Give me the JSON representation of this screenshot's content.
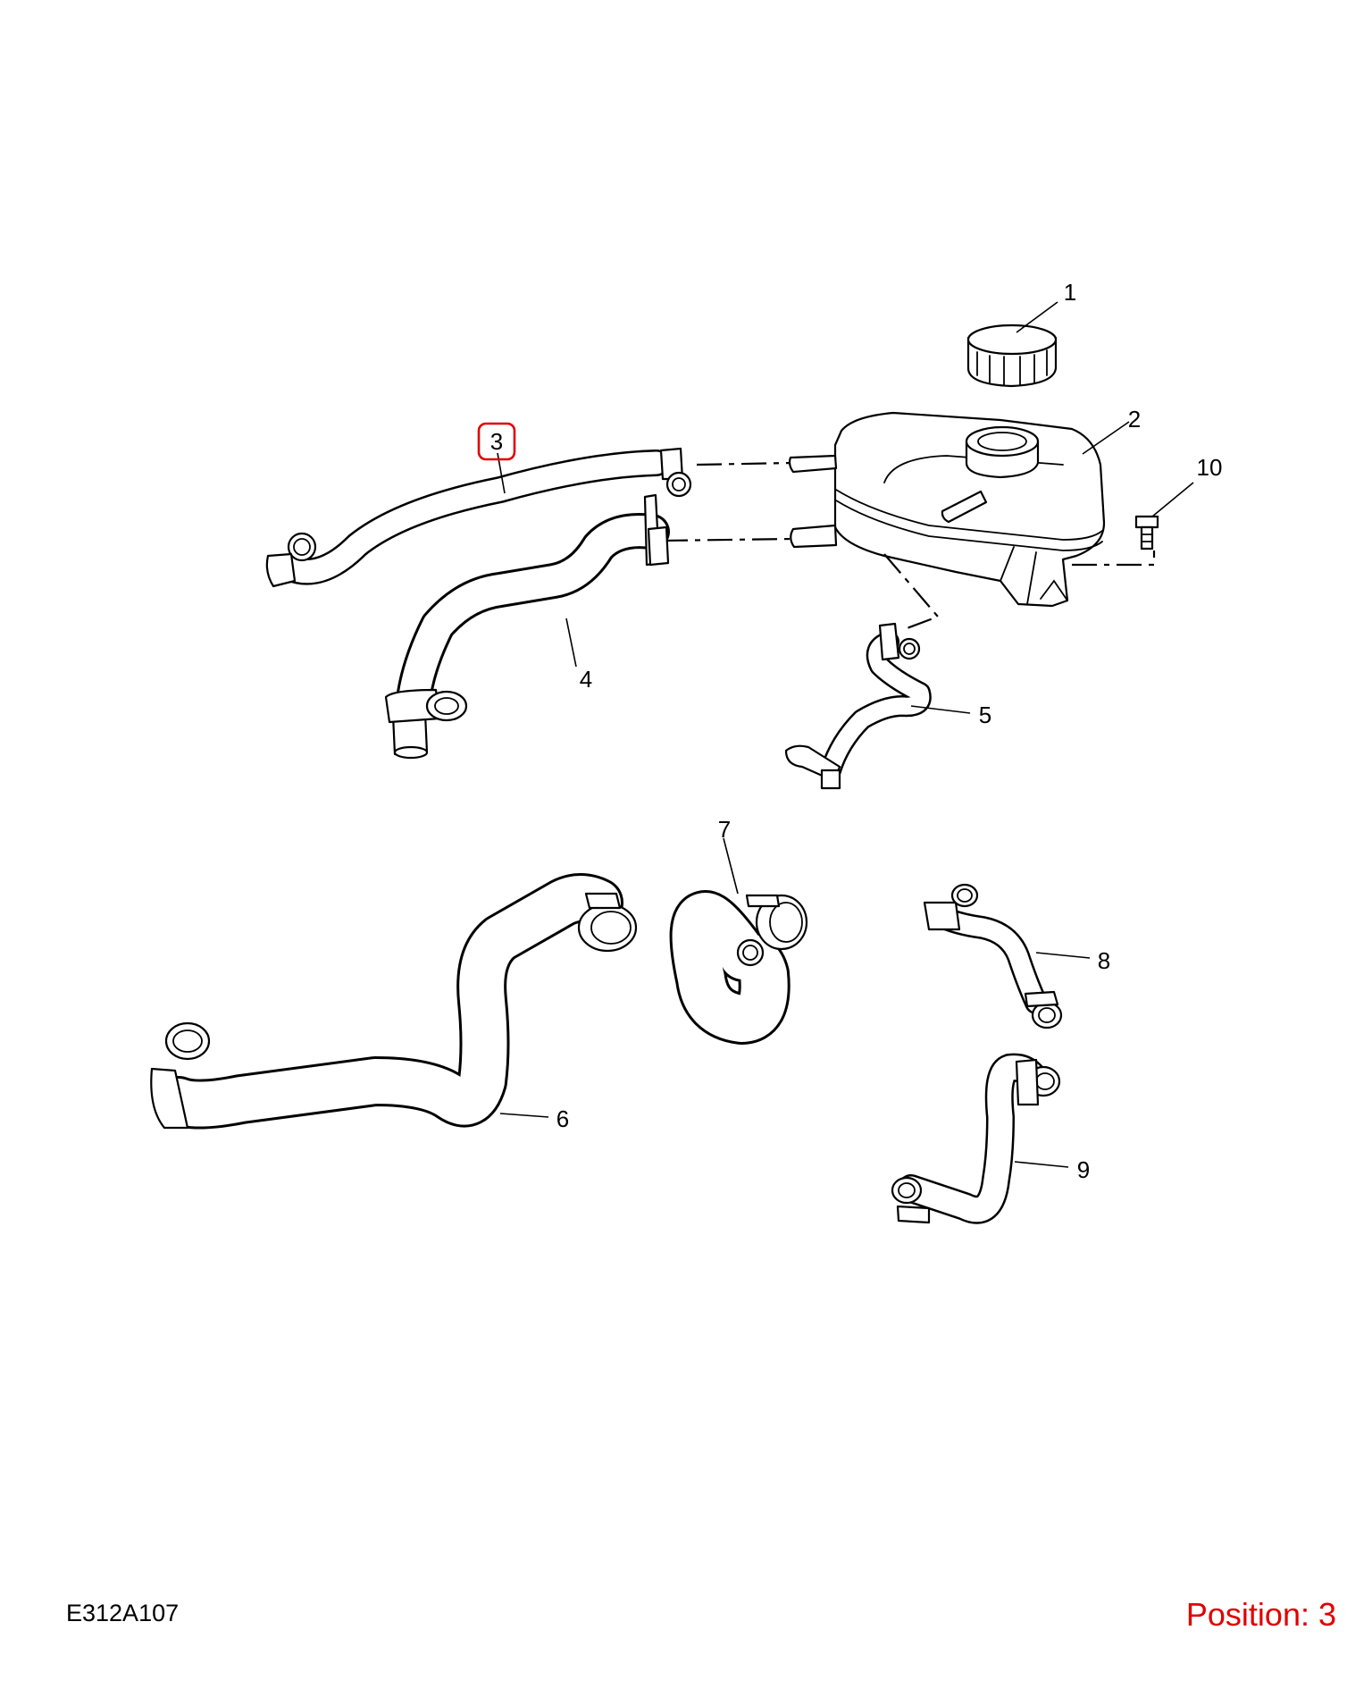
{
  "diagram": {
    "code": "E312A107",
    "position_text": "Position: 3",
    "highlight_color": "#e00000",
    "selected_part": "3",
    "callouts": {
      "p1": "1",
      "p2": "2",
      "p3": "3",
      "p4": "4",
      "p5": "5",
      "p6": "6",
      "p7": "7",
      "p8": "8",
      "p9": "9",
      "p10": "10"
    }
  }
}
